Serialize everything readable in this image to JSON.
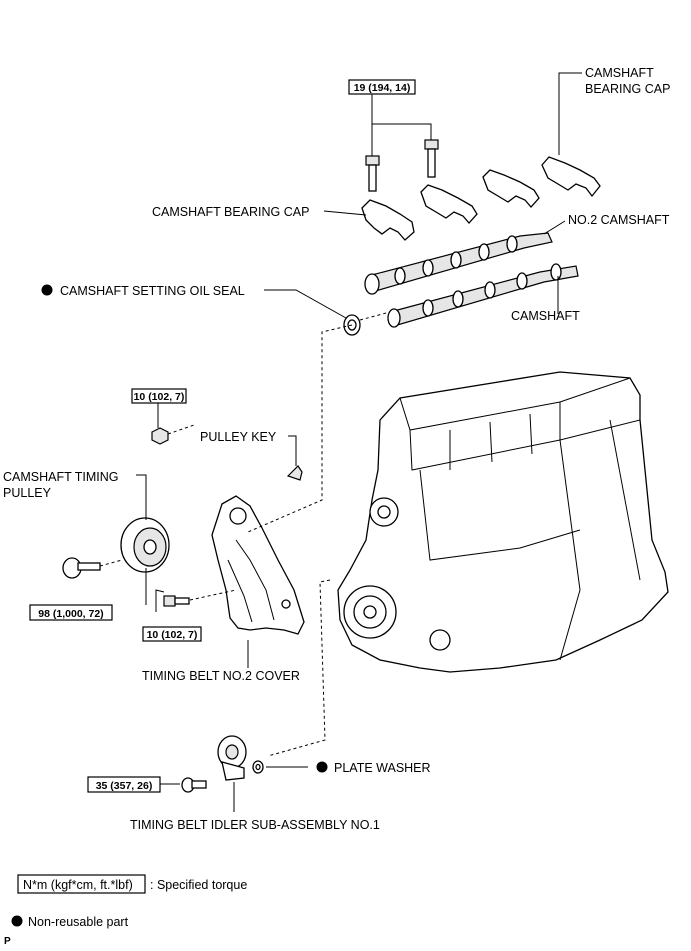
{
  "labels": {
    "camshaft_bearing_cap_top_1": "CAMSHAFT",
    "camshaft_bearing_cap_top_2": "BEARING CAP",
    "camshaft_bearing_cap_left": "CAMSHAFT BEARING CAP",
    "no2_camshaft": "NO.2 CAMSHAFT",
    "camshaft_setting_oil_seal": "CAMSHAFT SETTING OIL SEAL",
    "camshaft": "CAMSHAFT",
    "pulley_key": "PULLEY KEY",
    "camshaft_timing_pulley_1": "CAMSHAFT TIMING",
    "camshaft_timing_pulley_2": "PULLEY",
    "timing_belt_no2_cover": "TIMING BELT NO.2 COVER",
    "plate_washer": "PLATE WASHER",
    "timing_belt_idler": "TIMING BELT IDLER SUB-ASSEMBLY NO.1"
  },
  "torques": {
    "bearing_cap_bolts": "19 (194, 14)",
    "camshaft_nut": "10 (102, 7)",
    "pulley_bolt": "98 (1,000, 72)",
    "cover_bolt": "10 (102, 7)",
    "idler_bolt": "35 (357, 26)"
  },
  "legend": {
    "torque_unit": "N*m (kgf*cm, ft.*lbf)",
    "torque_desc": ": Specified torque",
    "nonreusable": "Non-reusable part"
  },
  "corner_mark": "P"
}
